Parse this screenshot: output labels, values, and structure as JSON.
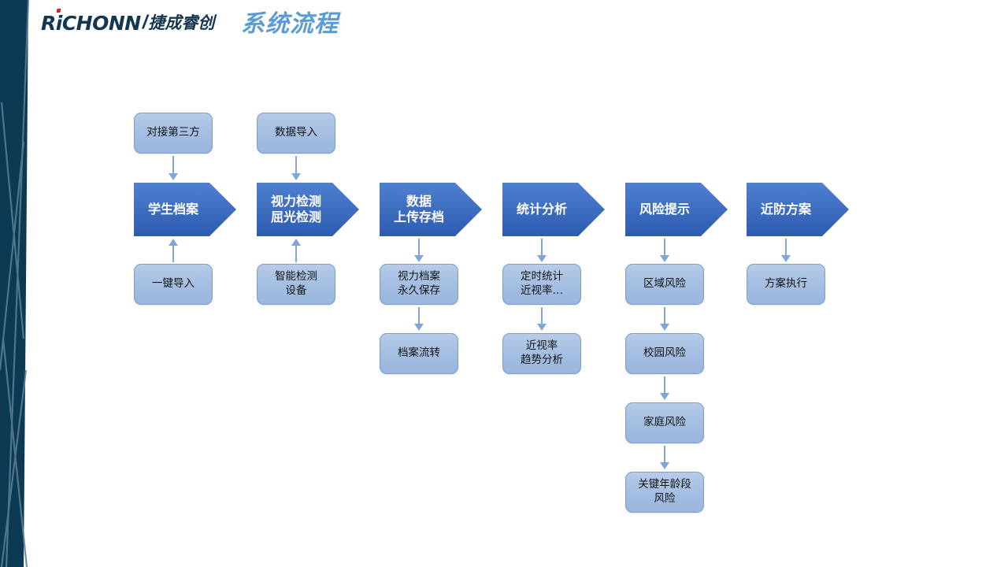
{
  "header": {
    "logo_latin": "RiCHONN",
    "logo_slash": "/",
    "logo_cn": "捷成睿创",
    "title": "系统流程"
  },
  "colors": {
    "band": "#0c3a54",
    "band_line": "#5c7f95",
    "title": "#5b9bd5",
    "logo": "#14364f",
    "logo_accent": "#d3202b",
    "chevron_top": "#4f80d0",
    "chevron_bottom": "#2d5bb0",
    "node_fill": "#a9c2e4",
    "node_border": "#7aa0cb",
    "arrow": "#7fa8d8"
  },
  "flow": {
    "columns": [
      {
        "id": "student-record",
        "top_nodes": [
          {
            "label": "对接第三方"
          }
        ],
        "stage": {
          "label": "学生档案"
        },
        "bottom_nodes": [
          {
            "label": "一键导入"
          }
        ],
        "bottom_arrow_dir": "up"
      },
      {
        "id": "vision-test",
        "top_nodes": [
          {
            "label": "数据导入"
          }
        ],
        "stage": {
          "label": "视力检测\n屈光检测"
        },
        "bottom_nodes": [
          {
            "label": "智能检测\n设备"
          }
        ],
        "bottom_arrow_dir": "up"
      },
      {
        "id": "data-upload",
        "top_nodes": [],
        "stage": {
          "label": "数据\n上传存档"
        },
        "bottom_nodes": [
          {
            "label": "视力档案\n永久保存"
          },
          {
            "label": "档案流转"
          }
        ],
        "bottom_arrow_dir": "down"
      },
      {
        "id": "statistics",
        "top_nodes": [],
        "stage": {
          "label": "统计分析"
        },
        "bottom_nodes": [
          {
            "label": "定时统计\n近视率…"
          },
          {
            "label": "近视率\n趋势分析"
          }
        ],
        "bottom_arrow_dir": "down"
      },
      {
        "id": "risk-alert",
        "top_nodes": [],
        "stage": {
          "label": "风险提示"
        },
        "bottom_nodes": [
          {
            "label": "区域风险"
          },
          {
            "label": "校园风险"
          },
          {
            "label": "家庭风险"
          },
          {
            "label": "关键年龄段\n风险"
          }
        ],
        "bottom_arrow_dir": "down"
      },
      {
        "id": "prevention-plan",
        "top_nodes": [],
        "stage": {
          "label": "近防方案"
        },
        "bottom_nodes": [
          {
            "label": "方案执行"
          }
        ],
        "bottom_arrow_dir": "down"
      }
    ]
  }
}
